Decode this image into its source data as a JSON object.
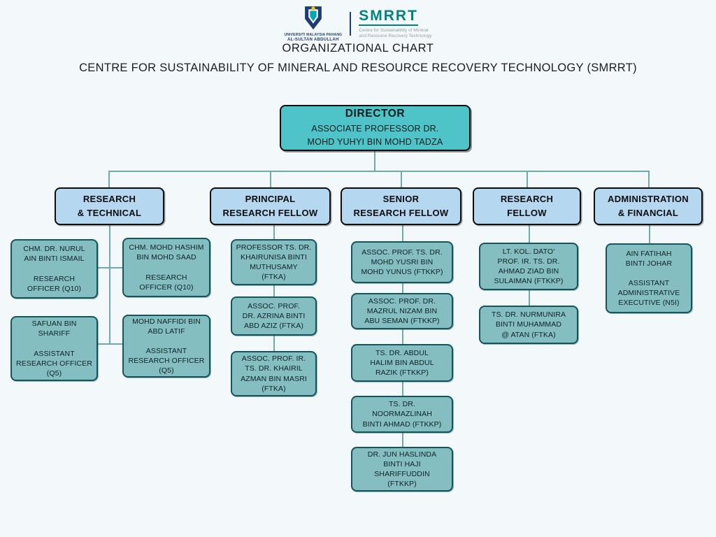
{
  "logos": {
    "umpsa": {
      "line1": "UNIVERSITI MALAYSIA PAHANG",
      "line2": "AL-SULTAN ABDULLAH"
    },
    "smrrt": {
      "wordmark": "SMRRT",
      "tagline": "Centre for Sustainability of Mineral\nand Resource Recovery Technology"
    }
  },
  "title": {
    "line1": "ORGANIZATIONAL CHART",
    "line2": "CENTRE FOR SUSTAINABILITY OF MINERAL AND RESOURCE RECOVERY TECHNOLOGY (SMRRT)"
  },
  "director": {
    "title": "DIRECTOR",
    "name": "ASSOCIATE PROFESSOR DR.\nMOHD YUHYI BIN MOHD TADZA"
  },
  "columns": [
    {
      "header": "RESEARCH\n& TECHNICAL",
      "members": [
        "CHM. DR. NURUL\nAIN BINTI ISMAIL\n\nRESEARCH\nOFFICER (Q10)",
        "CHM. MOHD HASHIM\nBIN MOHD SAAD\n\nRESEARCH\nOFFICER (Q10)",
        "SAFUAN BIN\nSHARIFF\n\nASSISTANT\nRESEARCH OFFICER\n(Q5)",
        "MOHD NAFFIDI BIN\nABD LATIF\n\nASSISTANT\nRESEARCH OFFICER\n(Q5)"
      ]
    },
    {
      "header": "PRINCIPAL\nRESEARCH FELLOW",
      "members": [
        "PROFESSOR TS. DR.\nKHAIRUNISA BINTI\nMUTHUSAMY\n(FTKA)",
        "ASSOC. PROF.\nDR. AZRINA BINTI\nABD AZIZ (FTKA)",
        "ASSOC. PROF. IR.\nTS. DR. KHAIRIL\nAZMAN BIN MASRI\n(FTKA)"
      ]
    },
    {
      "header": "SENIOR\nRESEARCH FELLOW",
      "members": [
        "ASSOC. PROF. TS. DR.\nMOHD YUSRI BIN\nMOHD YUNUS (FTKKP)",
        "ASSOC. PROF. DR.\nMAZRUL NIZAM BIN\nABU SEMAN (FTKKP)",
        "TS. DR. ABDUL\nHALIM BIN ABDUL\nRAZIK (FTKKP)",
        "TS. DR.\nNOORMAZLINAH\nBINTI AHMAD (FTKKP)",
        "DR. JUN HASLINDA\nBINTI HAJI\nSHARIFFUDDIN\n(FTKKP)"
      ]
    },
    {
      "header": "RESEARCH\nFELLOW",
      "members": [
        "LT. KOL. DATO'\nPROF. IR. TS. DR.\nAHMAD ZIAD BIN\nSULAIMAN (FTKKP)",
        "TS. DR. NURMUNIRA\nBINTI MUHAMMAD\n@ ATAN (FTKA)"
      ]
    },
    {
      "header": "ADMINISTRATION\n& FINANCIAL",
      "members": [
        "AIN FATIHAH\nBINTI JOHAR\n\nASSISTANT\nADMINISTRATIVE\nEXECUTIVE (N5I)"
      ]
    }
  ],
  "colors": {
    "bg": "#f3f8fb",
    "director_fill": "#4fc4c8",
    "header_fill": "#b5d7f0",
    "member_fill": "#85bec0",
    "member_border": "#14555d",
    "connector": "#6fa9ab",
    "smrrt_teal": "#00837c",
    "umpsa_navy": "#1f3b70",
    "umpsa_yellow": "#f5c400"
  }
}
